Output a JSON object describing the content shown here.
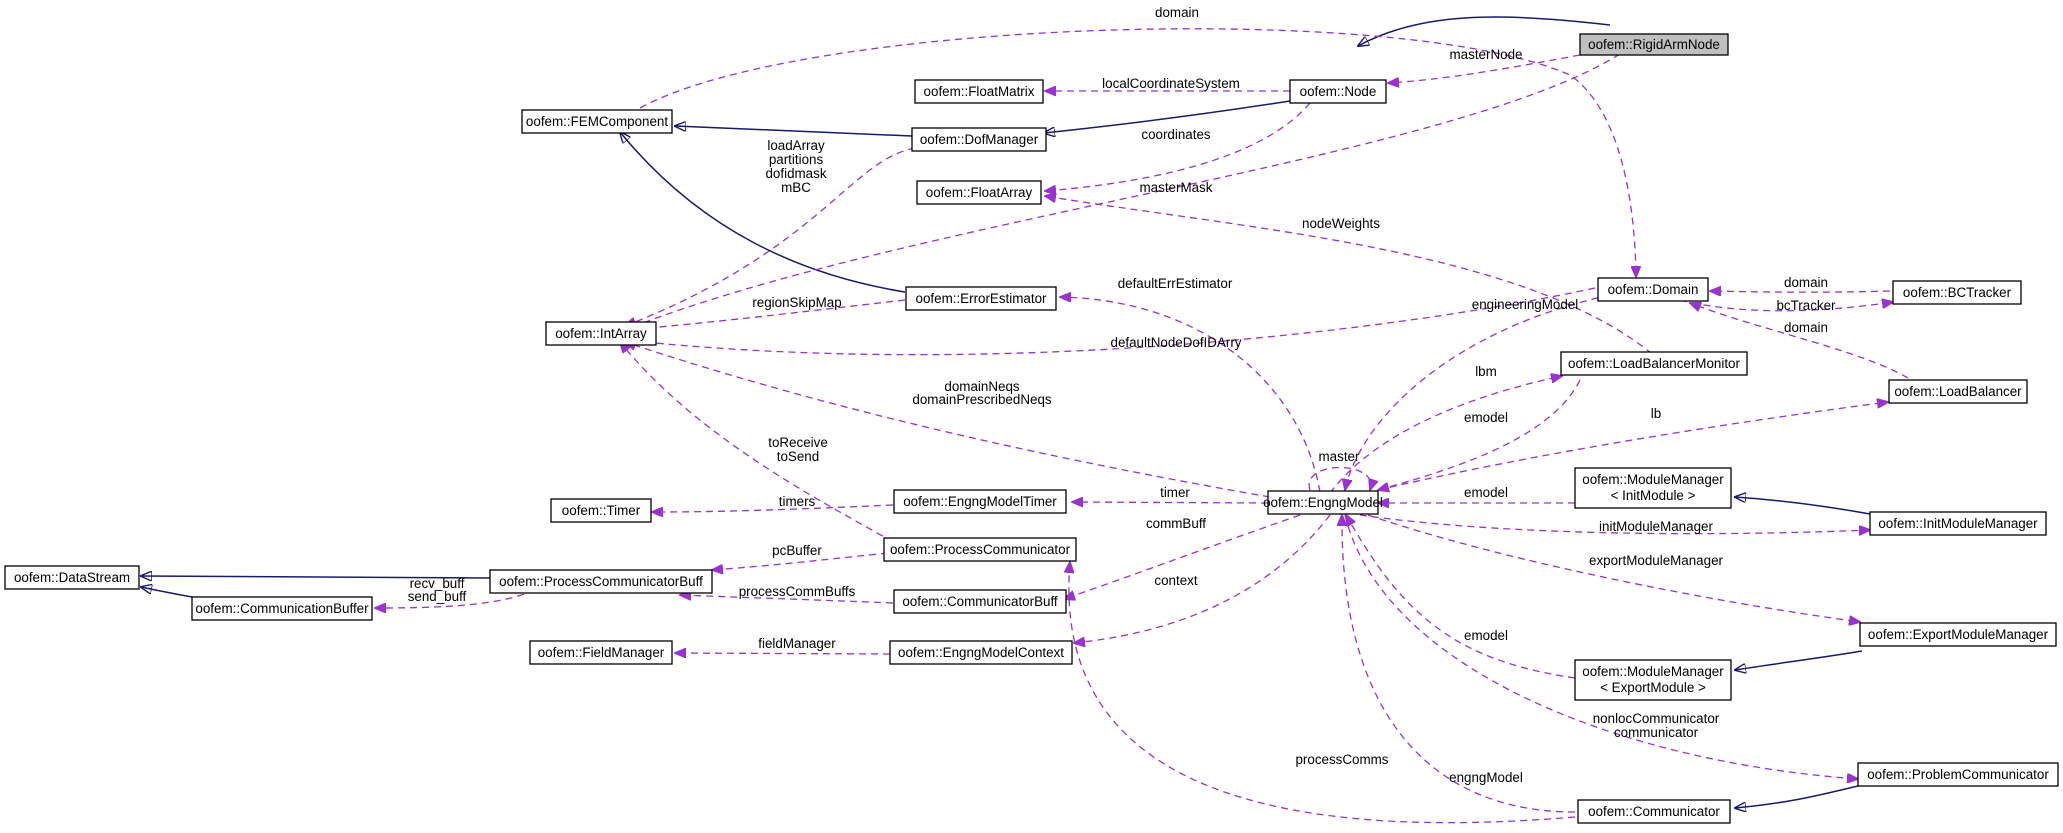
{
  "colors": {
    "inherit": "#191970",
    "use": "#9a32cd",
    "highlight": "#bfbfbf"
  },
  "nodes": {
    "rigid": "oofem::RigidArmNode",
    "node": "oofem::Node",
    "floatmatrix": "oofem::FloatMatrix",
    "femcomp": "oofem::FEMComponent",
    "dofmanager": "oofem::DofManager",
    "floatarray": "oofem::FloatArray",
    "intarray": "oofem::IntArray",
    "errest": "oofem::ErrorEstimator",
    "domain": "oofem::Domain",
    "bctracker": "oofem::BCTracker",
    "lbmonitor": "oofem::LoadBalancerMonitor",
    "loadbalancer": "oofem::LoadBalancer",
    "timer": "oofem::Timer",
    "engtimer": "oofem::EngngModelTimer",
    "engng": "oofem::EngngModel",
    "mminit": [
      "oofem::ModuleManager",
      "< InitModule >"
    ],
    "initmm": "oofem::InitModuleManager",
    "datastream": "oofem::DataStream",
    "pcbuff": "oofem::ProcessCommunicatorBuff",
    "pcomm": "oofem::ProcessCommunicator",
    "commbuf": "oofem::CommunicationBuffer",
    "cbuff": "oofem::CommunicatorBuff",
    "fieldmgr": "oofem::FieldManager",
    "engctx": "oofem::EngngModelContext",
    "exportmm": "oofem::ExportModuleManager",
    "mmexport": [
      "oofem::ModuleManager",
      "< ExportModule >"
    ],
    "probcomm": "oofem::ProblemCommunicator",
    "communicator": "oofem::Communicator"
  },
  "labels": {
    "domain_top": "domain",
    "masterNode": "masterNode",
    "lcs": "localCoordinateSystem",
    "coordinates": "coordinates",
    "dofm_arrays": [
      "loadArray",
      "partitions",
      "dofidmask",
      "mBC"
    ],
    "masterMask": "masterMask",
    "nodeWeights": "nodeWeights",
    "regionSkipMap": "regionSkipMap",
    "defaultErrEstimator": "defaultErrEstimator",
    "defaultNodeDofIDArry": "defaultNodeDofIDArry",
    "domain_bc": "domain",
    "bcTracker": "bcTracker",
    "domain_lb": "domain",
    "engineeringModel": "engineeringModel",
    "lbm": "lbm",
    "emodel_lbm": "emodel",
    "lb": "lb",
    "domainNeqs": [
      "domainNeqs",
      "domainPrescribedNeqs"
    ],
    "toReceive": [
      "toReceive",
      "toSend"
    ],
    "master": "master",
    "timers": "timers",
    "timer": "timer",
    "emodel_init": "emodel",
    "initModuleManager": "initModuleManager",
    "commBuff": "commBuff",
    "pcBuffer": "pcBuffer",
    "recv_buff": [
      "recv_buff",
      "send_buff"
    ],
    "processCommBuffs": "processCommBuffs",
    "context": "context",
    "exportModuleManager": "exportModuleManager",
    "fieldManager": "fieldManager",
    "emodel_export": "emodel",
    "nonloc": [
      "nonlocCommunicator",
      "communicator"
    ],
    "processComms": "processComms",
    "engngModel": "engngModel"
  }
}
